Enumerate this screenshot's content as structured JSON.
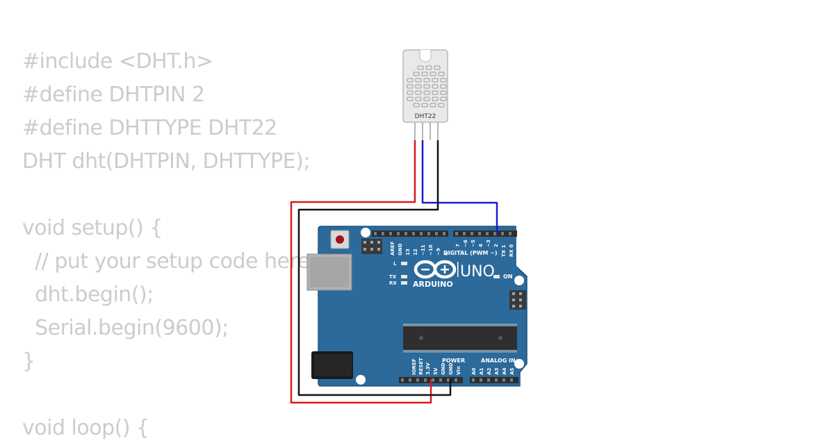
{
  "code": {
    "lines": [
      "#include <DHT.h>",
      "#define DHTPIN 2",
      "#define DHTTYPE DHT22",
      "DHT dht(DHTPIN, DHTTYPE);",
      "",
      "void setup() {",
      "  // put your setup code here",
      "  dht.begin();",
      "  Serial.begin(9600);",
      "}",
      "",
      "void loop() {"
    ]
  },
  "sensor": {
    "label": "DHT22"
  },
  "board": {
    "brand": "ARDUINO",
    "model": "UNO",
    "digital_header": "DIGITAL (PWM ~)",
    "power_header": "POWER",
    "analog_header": "ANALOG IN",
    "led_l": "L",
    "led_tx": "TX",
    "led_rx": "RX",
    "led_on": "ON",
    "top_pins": [
      "AREF",
      "GND",
      "13",
      "12",
      "~11",
      "~10",
      "~9",
      "8",
      "7",
      "~6",
      "~5",
      "4",
      "~3",
      "2",
      "TX 1",
      "RX 0"
    ],
    "power_pins": [
      "IOREF",
      "RESET",
      "3.3V",
      "5V",
      "GND",
      "GND",
      "Vin"
    ],
    "analog_pins": [
      "A0",
      "A1",
      "A2",
      "A3",
      "A4",
      "A5"
    ]
  },
  "colors": {
    "board": "#2b6a9a",
    "code_text": "#cccccc",
    "wire_vcc": "#d9191c",
    "wire_data": "#1a1acc",
    "wire_gnd": "#111111"
  }
}
